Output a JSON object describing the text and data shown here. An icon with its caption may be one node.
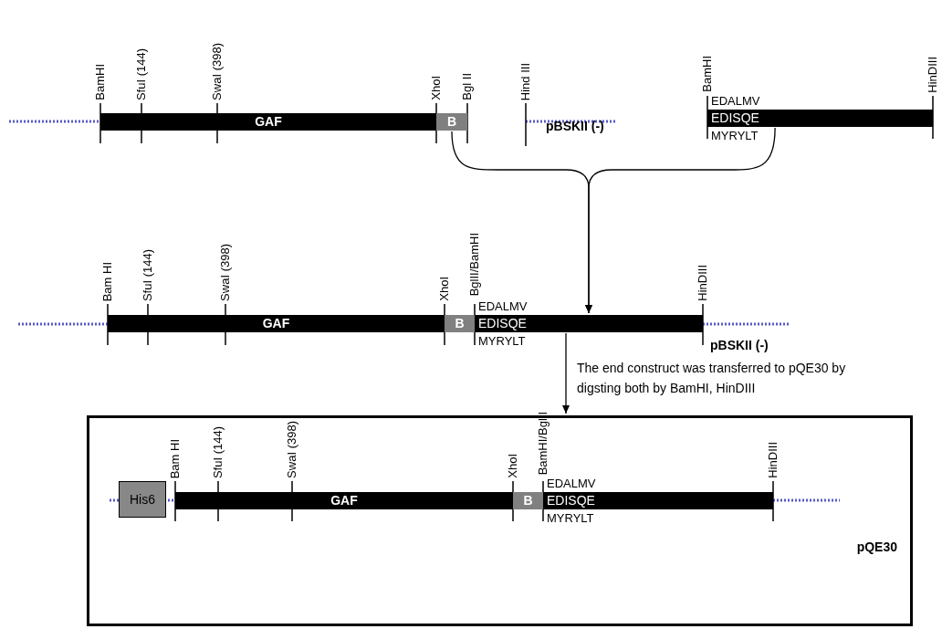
{
  "diagram": {
    "nodes": [
      {
        "text": [
          "GAF"
        ]
      },
      {
        "text": [
          "B"
        ]
      },
      {
        "text": [
          "EDISQE"
        ],
        "beside": [
          "EDALMV",
          "MYRYLT"
        ]
      },
      {
        "text": [
          "GAF"
        ]
      },
      {
        "text": [
          "B"
        ]
      },
      {
        "text": [
          "EDISQE"
        ],
        "beside": [
          "EDALMV",
          "MYRYLT"
        ]
      },
      {
        "text": [
          "pQE30"
        ]
      },
      {
        "text": [
          "His6"
        ],
        "in": 6
      },
      {
        "text": [
          "GAF"
        ],
        "in": 6
      },
      {
        "text": [
          "B"
        ],
        "in": 6
      },
      {
        "text": [
          "EDISQE"
        ],
        "in": 6,
        "beside": [
          "EDALMV",
          "MYRYLT"
        ]
      }
    ],
    "edges": [
      {
        "from": 1,
        "to": 5,
        "arrow": "to"
      },
      {
        "from": 2,
        "to": 5,
        "arrow": "to"
      },
      {
        "from": 5,
        "to": 6,
        "arrow": "to",
        "label": "The end construct was transferred to pQE30 by digsting both by BamHI, HinDIII"
      }
    ],
    "labels": [
      "BamHI",
      "SfuI (144)",
      "SwaI (398)",
      "XhoI",
      "Bgl II",
      "Hind III",
      "BamHI",
      "HinDIII",
      "pBSKII (-)",
      "Bam HI",
      "SfuI (144)",
      "SwaI (398)",
      "XhoI",
      "BglII/BamHI",
      "HinDIII",
      "pBSKII (-)",
      "Bam HI",
      "SfuI (144)",
      "SwaI (398)",
      "XhoI",
      "BamHI/BglII",
      "HinDIII"
    ]
  }
}
